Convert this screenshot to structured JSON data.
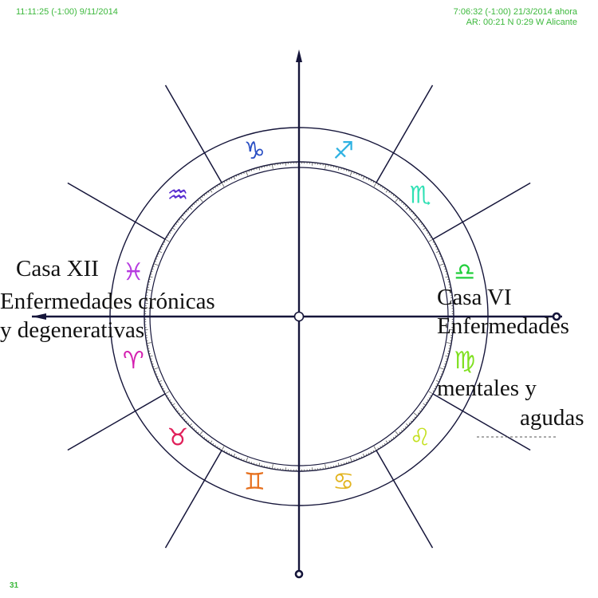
{
  "header": {
    "left_datetime": "11:11:25 (-1:00) 9/11/2014",
    "right_datetime": "7:06:32 (-1:00) 21/3/2014  ahora",
    "right_location": "AR: 00:21 N  0:29 W  Alicante"
  },
  "page_number": "31",
  "chart": {
    "signs": [
      {
        "name": "aries",
        "glyph": "♈︎",
        "color": "#d41fb0"
      },
      {
        "name": "pisces",
        "glyph": "♓︎",
        "color": "#b63be0"
      },
      {
        "name": "aquarius",
        "glyph": "♒︎",
        "color": "#5a2fd0"
      },
      {
        "name": "capricorn",
        "glyph": "♑︎",
        "color": "#2a4fc4"
      },
      {
        "name": "sagittarius",
        "glyph": "♐︎",
        "color": "#2fb2e2"
      },
      {
        "name": "scorpio",
        "glyph": "♏︎",
        "color": "#2fe0b4"
      },
      {
        "name": "libra",
        "glyph": "♎︎",
        "color": "#22cf3c"
      },
      {
        "name": "virgo",
        "glyph": "♍︎",
        "color": "#7fe020"
      },
      {
        "name": "leo",
        "glyph": "♌︎",
        "color": "#c4e020"
      },
      {
        "name": "cancer",
        "glyph": "♋︎",
        "color": "#e2b420"
      },
      {
        "name": "gemini",
        "glyph": "♊︎",
        "color": "#e6701e"
      },
      {
        "name": "taurus",
        "glyph": "♉︎",
        "color": "#e0205a"
      }
    ],
    "line_color": "#15153a"
  },
  "annotations": {
    "house12": {
      "title": "Casa XII",
      "line1": "Enfermedades crónicas",
      "line2": "y degenerativas"
    },
    "house6": {
      "title": "Casa VI",
      "line1": "Enfermedades",
      "line2": "mentales y",
      "line3": "agudas"
    }
  }
}
